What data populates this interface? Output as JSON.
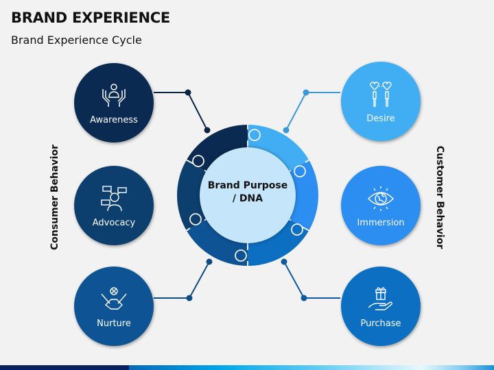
{
  "header": {
    "title": "BRAND EXPERIENCE",
    "subtitle": "Brand Experience Cycle"
  },
  "side_labels": {
    "left": "Consumer Behavior",
    "right": "Customer Behavior"
  },
  "center": {
    "line1": "Brand Purpose",
    "line2": "/ DNA"
  },
  "left_nodes": [
    {
      "label": "Awareness",
      "icon": "hands-holding-person-icon",
      "color": "#0b2a52"
    },
    {
      "label": "Advocacy",
      "icon": "person-speech-bubbles-icon",
      "color": "#0d3f6e"
    },
    {
      "label": "Nurture",
      "icon": "handshake-icon",
      "color": "#0e5394"
    }
  ],
  "right_nodes": [
    {
      "label": "Desire",
      "icon": "two-people-hearts-icon",
      "color": "#41aef3"
    },
    {
      "label": "Immersion",
      "icon": "eye-globe-icon",
      "color": "#2b8ef0"
    },
    {
      "label": "Purchase",
      "icon": "hand-gift-icon",
      "color": "#0c6fc2"
    }
  ],
  "ring_segments": [
    {
      "position": "top-left",
      "color": "#0b2a52"
    },
    {
      "position": "top-right",
      "color": "#41aef3"
    },
    {
      "position": "right",
      "color": "#2b8ef0"
    },
    {
      "position": "bottom-right",
      "color": "#0c6fc2"
    },
    {
      "position": "bottom-left",
      "color": "#0e5394"
    },
    {
      "position": "left",
      "color": "#0d3f6e"
    }
  ],
  "colors": {
    "inner_circle": "#c5e5fb",
    "background": "#f2f2f2"
  }
}
